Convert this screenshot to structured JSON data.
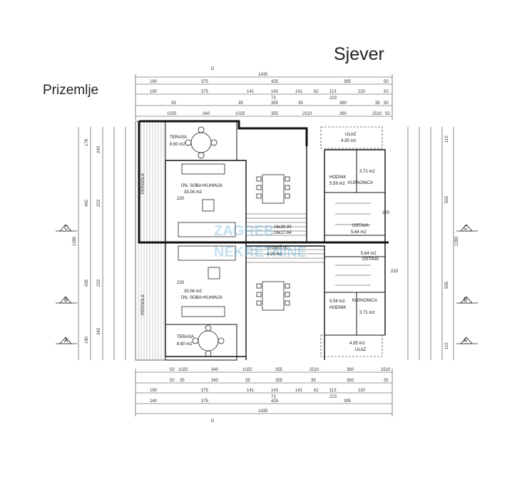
{
  "titles": {
    "north": "Sjever",
    "floor": "Prizemlje"
  },
  "dimensions": {
    "total": "1435",
    "section_marker": "D",
    "top_row1": [
      "190",
      "375",
      "425",
      "395",
      "50"
    ],
    "top_row2": [
      "190",
      "375",
      "141",
      "143",
      "141",
      "62",
      "113",
      "220",
      "50"
    ],
    "top_row2_sub": [
      "73",
      "223"
    ],
    "top_row3": [
      "35",
      "35",
      "355",
      "35",
      "360",
      "35",
      "50"
    ],
    "top_row4": [
      "1025",
      "340",
      "1025",
      "355",
      "2510",
      "360",
      "2510",
      "50"
    ],
    "bottom_row1": [
      "50",
      "1025",
      "340",
      "1025",
      "355",
      "2510",
      "360",
      "2510"
    ],
    "bottom_row2": [
      "50",
      "35",
      "340",
      "35",
      "355",
      "35",
      "360",
      "35"
    ],
    "bottom_row3": [
      "190",
      "375",
      "141",
      "143",
      "141",
      "62",
      "113",
      "220"
    ],
    "bottom_row3_sub": [
      "73",
      "223"
    ],
    "bottom_row4": [
      "240",
      "375",
      "425",
      "395"
    ],
    "left_total": "1280",
    "right_total": "1280",
    "left_col": [
      "178",
      "442",
      "435",
      "180"
    ],
    "left_col2": [
      "243",
      "223",
      "223",
      "243"
    ],
    "right_col": [
      "110",
      "505",
      "555",
      "110"
    ]
  },
  "axes": {
    "a": "A",
    "b": "B",
    "c": "C"
  },
  "rooms": {
    "terasa_top": {
      "name": "TERASA",
      "area": "8.60 m2"
    },
    "living_top": {
      "name": "DN. SOBA+KUHINJA",
      "area": "33.04 m2"
    },
    "ulaz_top": {
      "name": "ULAZ",
      "area": "4.35 m2"
    },
    "hodnik_top": {
      "name": "HODNIK",
      "area": "5.59 m2"
    },
    "kupaonica_top": {
      "name": "KUPAONICA",
      "area": "3.71 m2"
    },
    "ostava_top": {
      "name": "OSTAVA",
      "area": "5.64 m2"
    },
    "stubiste": {
      "name": "STUBIŠTE",
      "area": "4.20 m2"
    },
    "ostava_bottom": {
      "name": "OSTAVA",
      "area": "5.64 m2"
    },
    "living_bottom": {
      "name": "DN. SOBA+KUHINJA",
      "area": "33.04 m2"
    },
    "hodnik_bottom": {
      "name": "HODNIK",
      "area": "5.59 m2"
    },
    "kupaonica_bottom": {
      "name": "KUPAONICA",
      "area": "3.71 m2"
    },
    "terasa_bottom": {
      "name": "TERASA",
      "area": "8.60 m2"
    },
    "ulaz_bottom": {
      "name": "ULAZ",
      "area": "4.35 m2"
    }
  },
  "labels": {
    "pergola": "PERGOLA",
    "stairs": "16x30.00",
    "stairs_sub": "16x17.64",
    "door_220": "220",
    "door_210": "210"
  },
  "watermark": {
    "line1": "NEKRETNINE",
    "line2": "ZAGREB"
  }
}
